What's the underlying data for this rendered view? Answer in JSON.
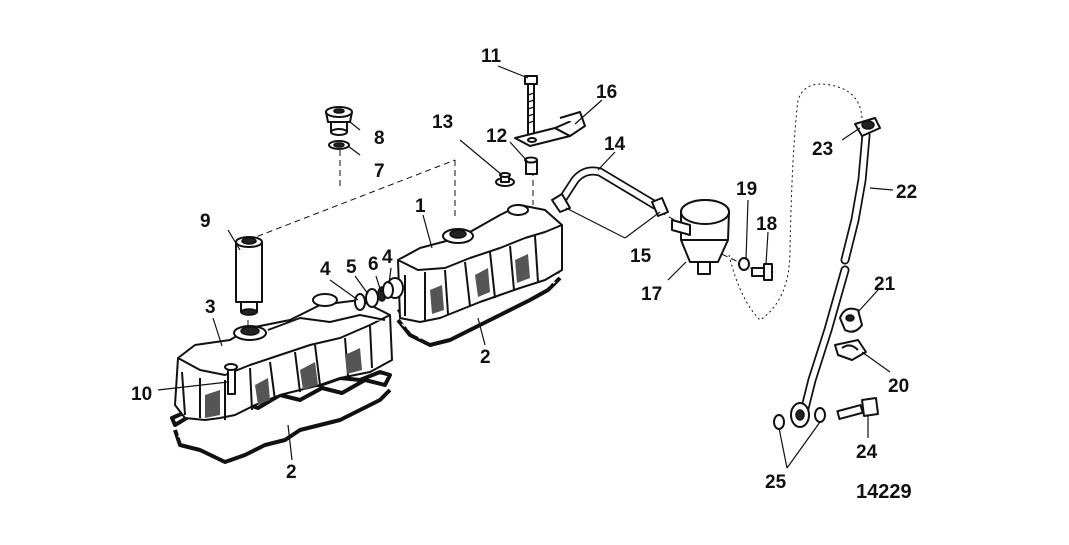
{
  "diagram": {
    "figure_number": "14229",
    "callouts": {
      "c1": "1",
      "c2a": "2",
      "c2b": "2",
      "c3": "3",
      "c4a": "4",
      "c4b": "4",
      "c5": "5",
      "c6": "6",
      "c7": "7",
      "c8": "8",
      "c9": "9",
      "c10": "10",
      "c11": "11",
      "c12": "12",
      "c13": "13",
      "c14": "14",
      "c15": "15",
      "c16": "16",
      "c17": "17",
      "c18": "18",
      "c19": "19",
      "c20": "20",
      "c21": "21",
      "c22": "22",
      "c23": "23",
      "c24": "24",
      "c25": "25"
    }
  }
}
